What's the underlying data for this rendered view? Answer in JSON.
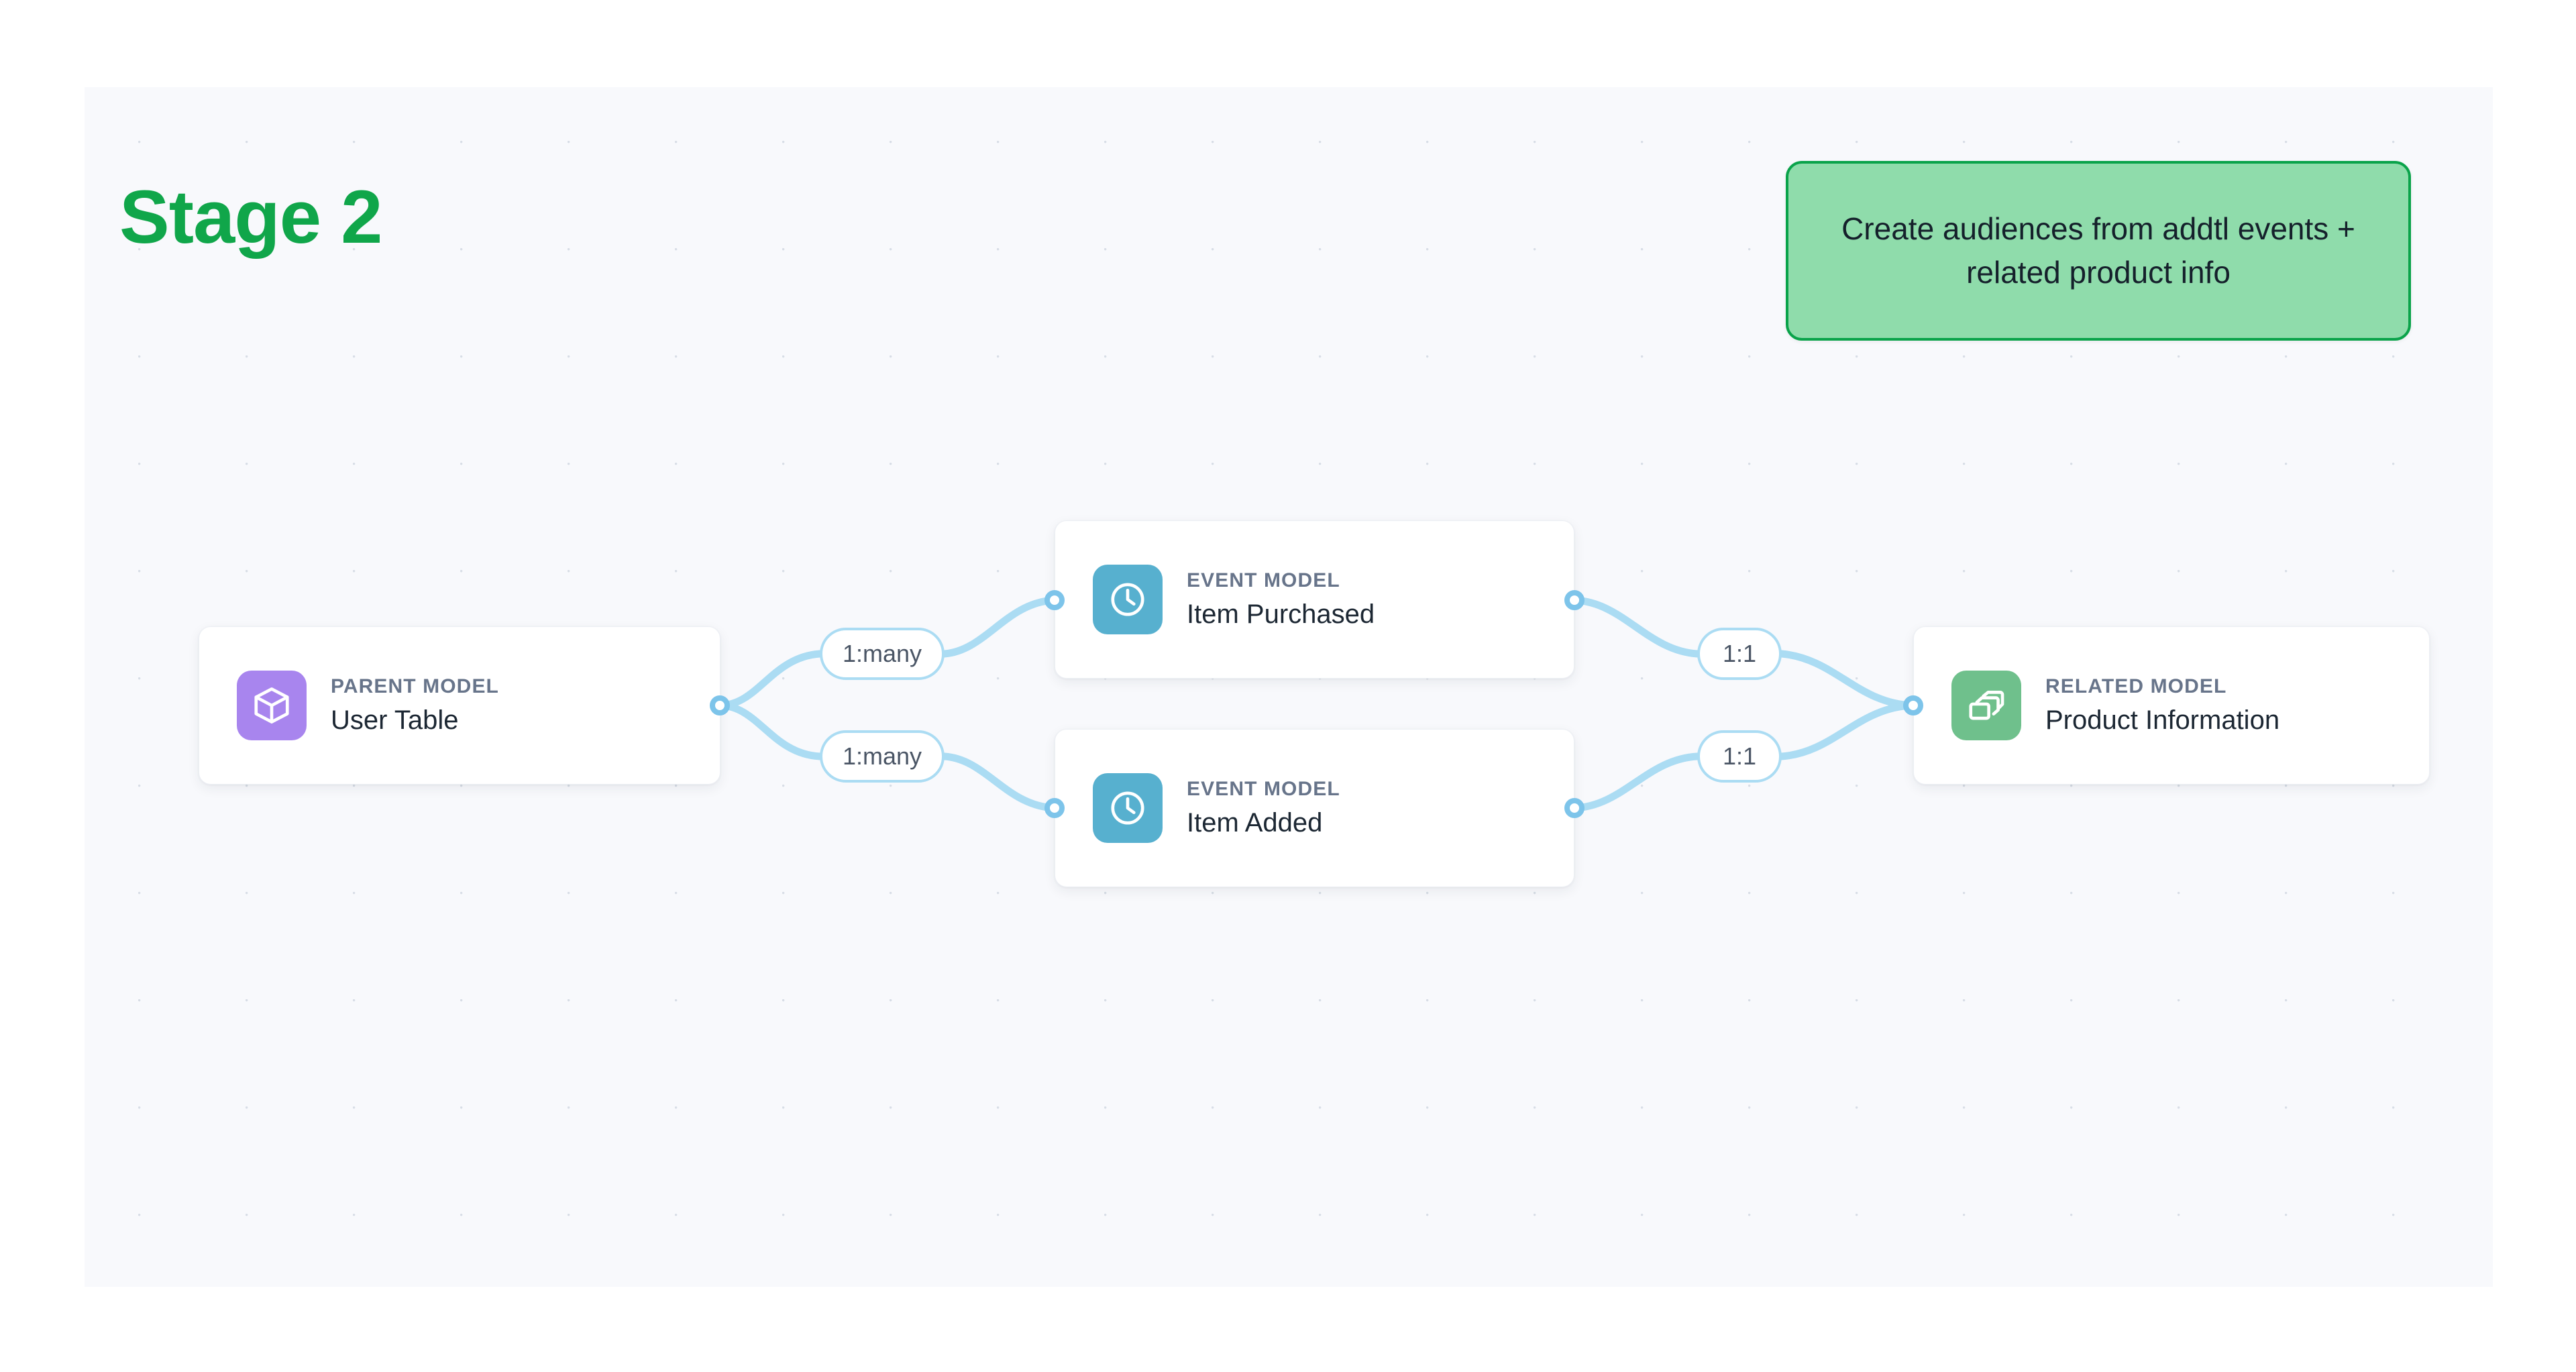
{
  "stage": {
    "title": "Stage 2"
  },
  "callout": {
    "text": "Create audiences from addtl events + related product info",
    "fill": "#8fdcab",
    "border": "#0aa34a"
  },
  "diagram": {
    "type": "entity-relationship-flow",
    "nodes": [
      {
        "id": "parent-user-table",
        "kind": "PARENT MODEL",
        "name": "User Table",
        "icon": "cube-icon",
        "icon_color": "#a885ee"
      },
      {
        "id": "event-item-purchased",
        "kind": "EVENT MODEL",
        "name": "Item Purchased",
        "icon": "clock-icon",
        "icon_color": "#57b0cf"
      },
      {
        "id": "event-item-added",
        "kind": "EVENT MODEL",
        "name": "Item Added",
        "icon": "clock-icon",
        "icon_color": "#57b0cf"
      },
      {
        "id": "related-product-information",
        "kind": "RELATED MODEL",
        "name": "Product Information",
        "icon": "layers-icon",
        "icon_color": "#6fc08c"
      }
    ],
    "edges": [
      {
        "id": "e1",
        "from": "parent-user-table",
        "to": "event-item-purchased",
        "label": "1:many"
      },
      {
        "id": "e2",
        "from": "parent-user-table",
        "to": "event-item-added",
        "label": "1:many"
      },
      {
        "id": "e3",
        "from": "event-item-purchased",
        "to": "related-product-information",
        "label": "1:1"
      },
      {
        "id": "e4",
        "from": "event-item-added",
        "to": "related-product-information",
        "label": "1:1"
      }
    ],
    "edge_color": "#abdcf3",
    "port_color": "#7dc4ea"
  }
}
